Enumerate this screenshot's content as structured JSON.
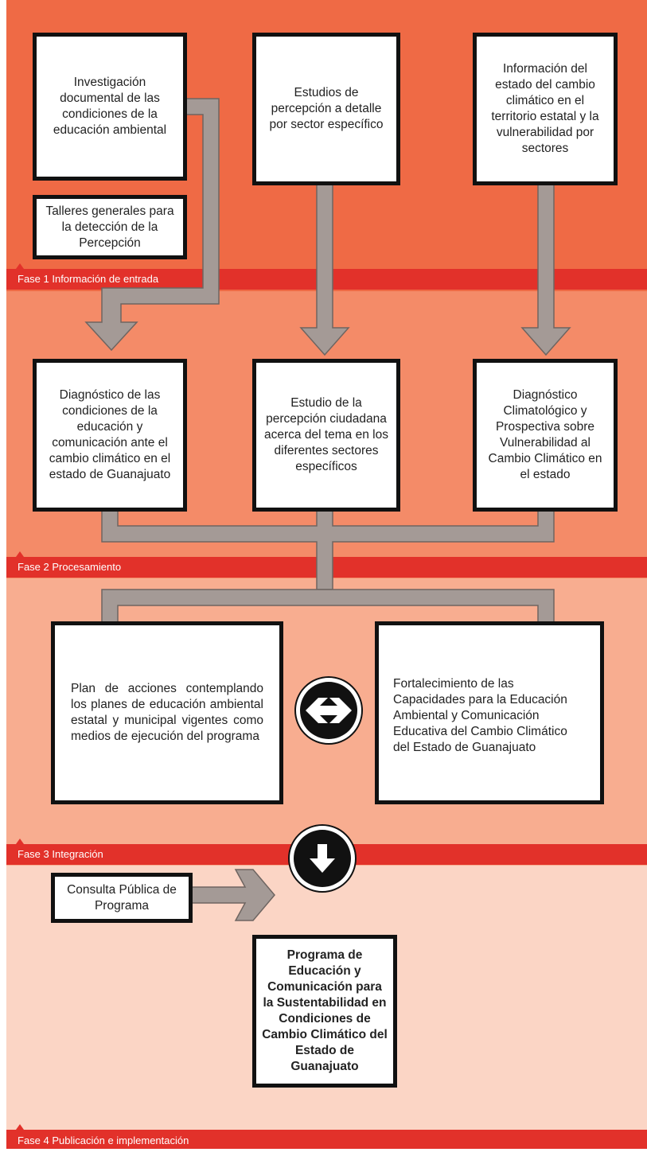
{
  "colors": {
    "phase1_bg": "#ef6a45",
    "phase2_bg": "#f48b68",
    "phase3_bg": "#f8ad90",
    "phase4_bg": "#fbd5c5",
    "phase_bar": "#e2312a",
    "connector": "#a49a96",
    "box_border": "#111111"
  },
  "phases": [
    {
      "label": "Fase 1 Información de entrada"
    },
    {
      "label": "Fase 2 Procesamiento"
    },
    {
      "label": "Fase 3 Integración"
    },
    {
      "label": "Fase 4 Publicación e implementación"
    }
  ],
  "phase1": {
    "box_investigacion": "Investigación documental de las condiciones de la educación ambiental",
    "box_talleres": "Talleres generales para la detección de la Percepción",
    "box_estudios": "Estudios de percepción a detalle por sector específico",
    "box_informacion": "Información del estado del cambio climático en el territorio estatal y la vulnerabilidad por sectores"
  },
  "phase2": {
    "box_diagnostico_educacion": "Diagnóstico de las condiciones de la educación y comunicación ante el cambio climático en el estado de Guanajuato",
    "box_estudio_percepcion": "Estudio de la percepción ciudadana acerca del tema en los diferentes sectores específicos",
    "box_diagnostico_climatologico": "Diagnóstico Climatológico y Prospectiva sobre Vulnerabilidad al Cambio Climático en el estado"
  },
  "phase3": {
    "box_plan": "Plan de acciones contemplando los planes de educación ambiental estatal y municipal vigentes como medios de ejecución del programa",
    "box_fortalecimiento": "Fortalecimiento de las Capacidades para la Educación Ambiental y Comunicación Educativa del Cambio Climático del Estado de Guanajuato",
    "exchange_icon": "left-right-arrow-icon"
  },
  "phase4": {
    "down_icon": "down-arrow-icon",
    "box_consulta": "Consulta Pública de Programa",
    "box_programa": "Programa de Educación y Comunicación para la Sustentabilidad en Condiciones de Cambio Climático del Estado de Guanajuato"
  }
}
